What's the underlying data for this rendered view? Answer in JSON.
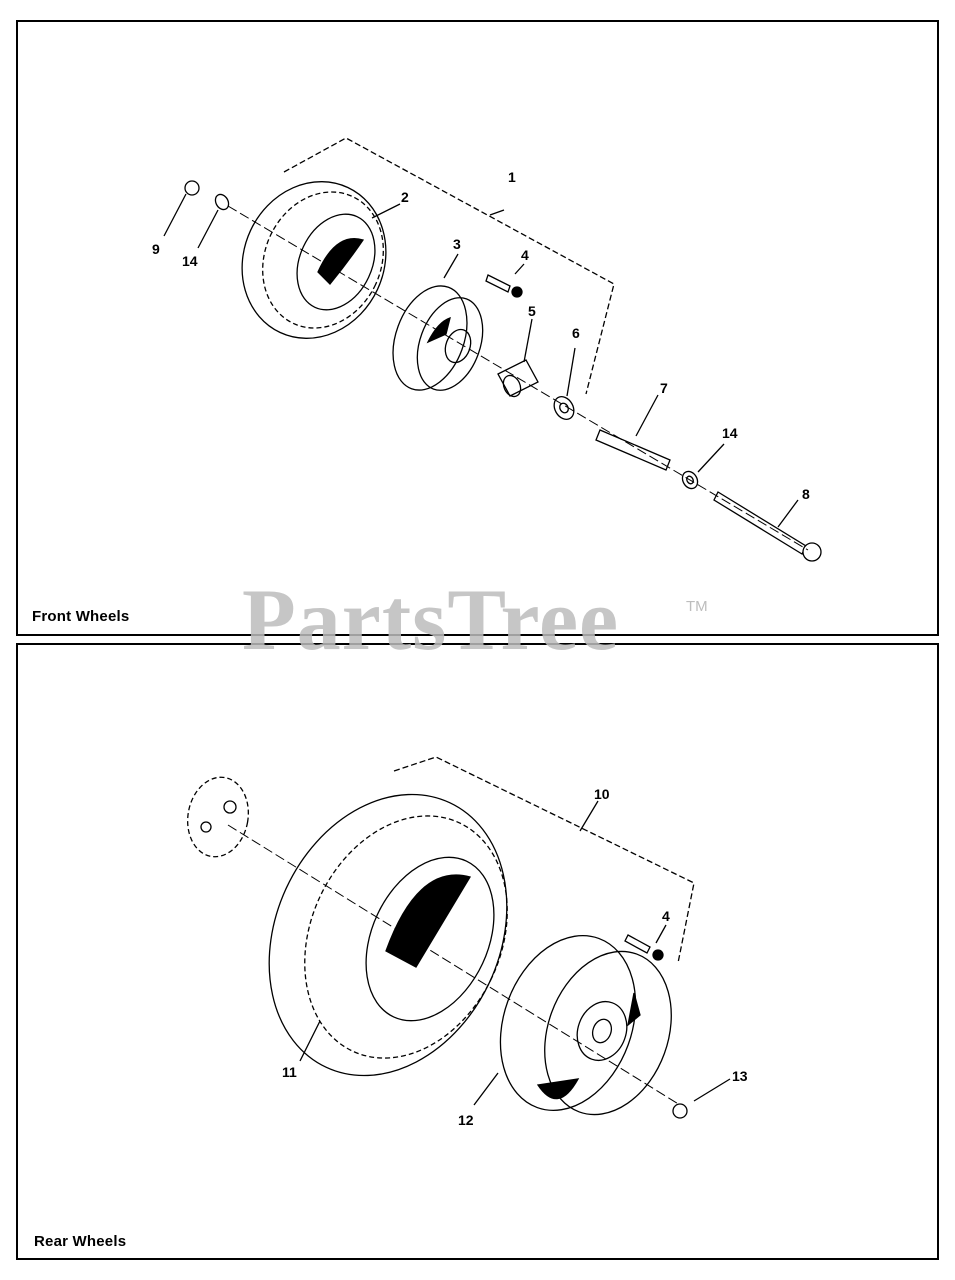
{
  "panels": {
    "front": {
      "title": "Front Wheels"
    },
    "rear": {
      "title": "Rear Wheels"
    }
  },
  "watermark": {
    "text": "PartsTree",
    "tm": "TM"
  },
  "callouts": {
    "front": [
      "1",
      "2",
      "3",
      "4",
      "5",
      "6",
      "7",
      "14",
      "8",
      "9",
      "14"
    ],
    "rear": [
      "10",
      "4",
      "11",
      "12",
      "13"
    ]
  },
  "colors": {
    "line": "#000000",
    "watermark": "#bdbdbd",
    "background": "#ffffff"
  }
}
